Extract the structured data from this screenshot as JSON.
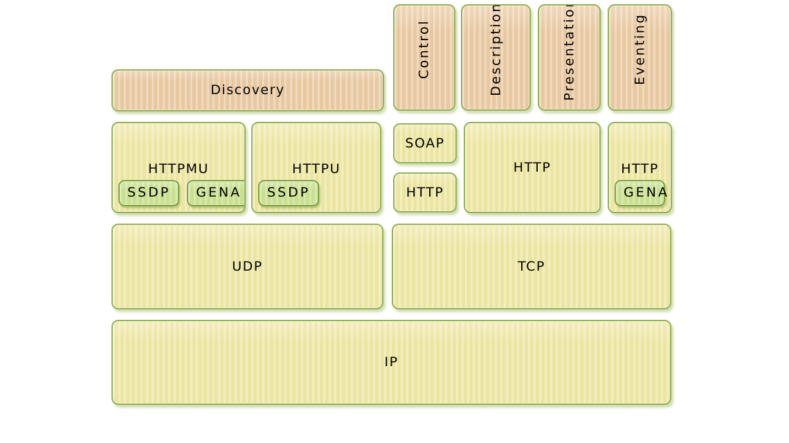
{
  "stack": {
    "upnp_layers": {
      "discovery": "Discovery",
      "control": "Control",
      "description": "Description",
      "presentation": "Presentation",
      "eventing": "Eventing"
    },
    "protocols": {
      "httpmu": "HTTPMU",
      "httpu": "HTTPU",
      "soap": "SOAP",
      "http_under_soap": "HTTP",
      "http_main": "HTTP",
      "http_eventing": "HTTP",
      "ssdp": "SSDP",
      "gena": "GENA",
      "udp": "UDP",
      "tcp": "TCP",
      "ip": "IP"
    }
  },
  "colors": {
    "background": "#ffffff",
    "box_fill_yellow": "#ece5a1",
    "box_fill_salmon": "#e8c8a0",
    "badge_fill_green": "#c8e08f",
    "box_border_green": "#94b156",
    "badge_border_green": "#7da340",
    "shadow_green": "#ccdc9e",
    "text": "#000000"
  }
}
